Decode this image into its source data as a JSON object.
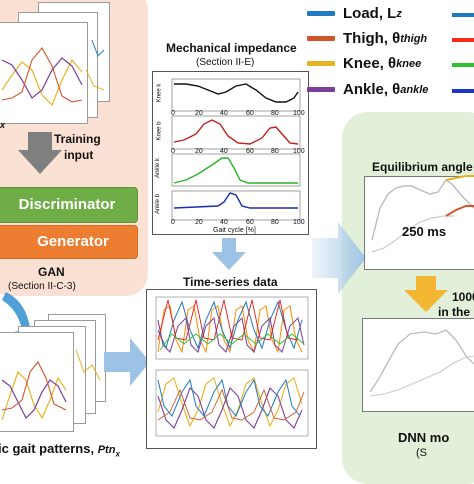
{
  "gan": {
    "training_input": [
      "Training",
      "input"
    ],
    "x_sub": "x",
    "discriminator": "Discriminator",
    "generator": "Generator",
    "title": "GAN",
    "section": "(Section II-C-3)"
  },
  "impedance": {
    "title": "Mechanical impedance",
    "section": "(Section II-E)",
    "ylabels": [
      "Knee k",
      "Knee b",
      "Ankle k",
      "Ankle b"
    ],
    "xticks": [
      "0",
      "20",
      "40",
      "60",
      "80",
      "100"
    ],
    "xlabel": "Gait cycle [%]"
  },
  "timeseries": {
    "title": "Time-series data"
  },
  "patterns": {
    "label": "ic gait patterns, ",
    "ptn": "Ptn",
    "sub": "x"
  },
  "legend": {
    "items": [
      {
        "label": "Load, L",
        "sub": "z",
        "color": "#1f7bc0"
      },
      {
        "label": "Thigh, θ",
        "sub": "thigh",
        "color": "#d0562a"
      },
      {
        "label": "Knee, θ",
        "sub": "knee",
        "color": "#e8b323"
      },
      {
        "label": "Ankle, θ",
        "sub": "ankle",
        "color": "#7b3f9a"
      }
    ],
    "right_colors": [
      "#1f7bc0",
      "#ff2a1a",
      "#2ec02e",
      "#1a35c8"
    ]
  },
  "equilibrium": {
    "title": "Equilibrium angle",
    "ms": "250 ms"
  },
  "dnn": {
    "step_top": "1000",
    "step_bottom": "in the",
    "title": "DNN mo",
    "section": "(S"
  },
  "colors": {
    "gan_bg": "#fbe1d3",
    "dnn_bg": "#e2efd9",
    "discriminator": "#6fad47",
    "generator": "#ed7d31",
    "arrow_gray": "#7f7f7f",
    "arrow_blue": "#9cc3e5",
    "arrow_gold": "#f2b632"
  }
}
